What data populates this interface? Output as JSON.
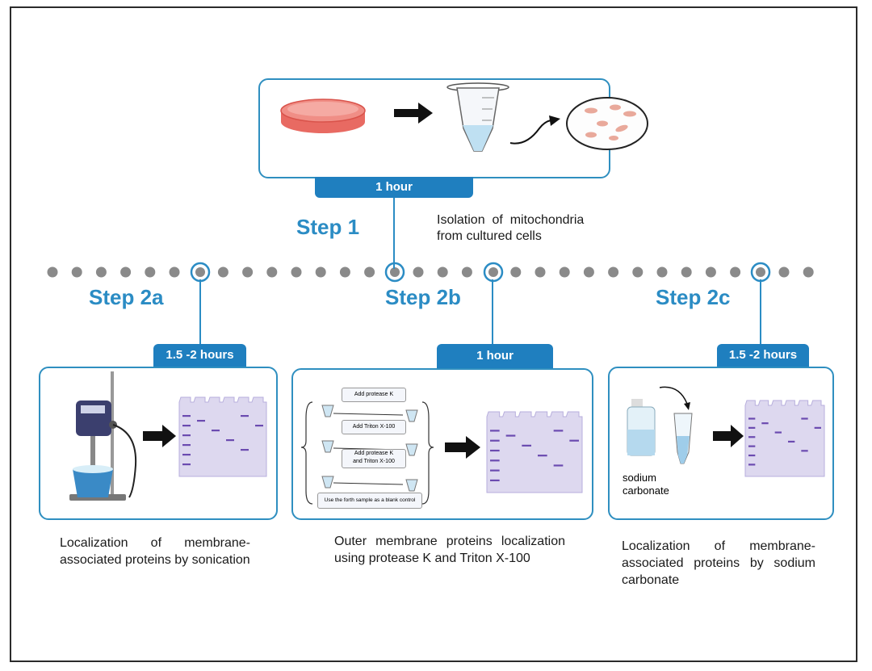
{
  "step1": {
    "label": "Step 1",
    "duration": "1 hour",
    "caption_line1": "Isolation  of  mitochondria",
    "caption_line2": "from cultured cells"
  },
  "step2a": {
    "label": "Step 2a",
    "duration": "1.5 -2 hours",
    "caption": "Localization of membrane-associated proteins by sonication"
  },
  "step2b": {
    "label": "Step 2b",
    "duration": "1 hour",
    "caption": "Outer membrane proteins localization using protease K and Triton X-100",
    "box1": "Add protease K",
    "box2": "Add Triton X-100",
    "box3_line1": "Add protease K",
    "box3_line2": "and Triton X-100",
    "box4": "Use the forth sample as a blank control"
  },
  "step2c": {
    "label": "Step 2c",
    "duration": "1.5 -2 hours",
    "caption": "Localization of membrane-associated proteins by sodium carbonate",
    "reagent_line1": "sodium",
    "reagent_line2": "carbonate"
  },
  "colors": {
    "accent": "#2b8cc4",
    "tag": "#1f7fbf",
    "dots": "#8a8a8a",
    "gel": "#ddd8ef",
    "band": "#6b4bb0"
  }
}
